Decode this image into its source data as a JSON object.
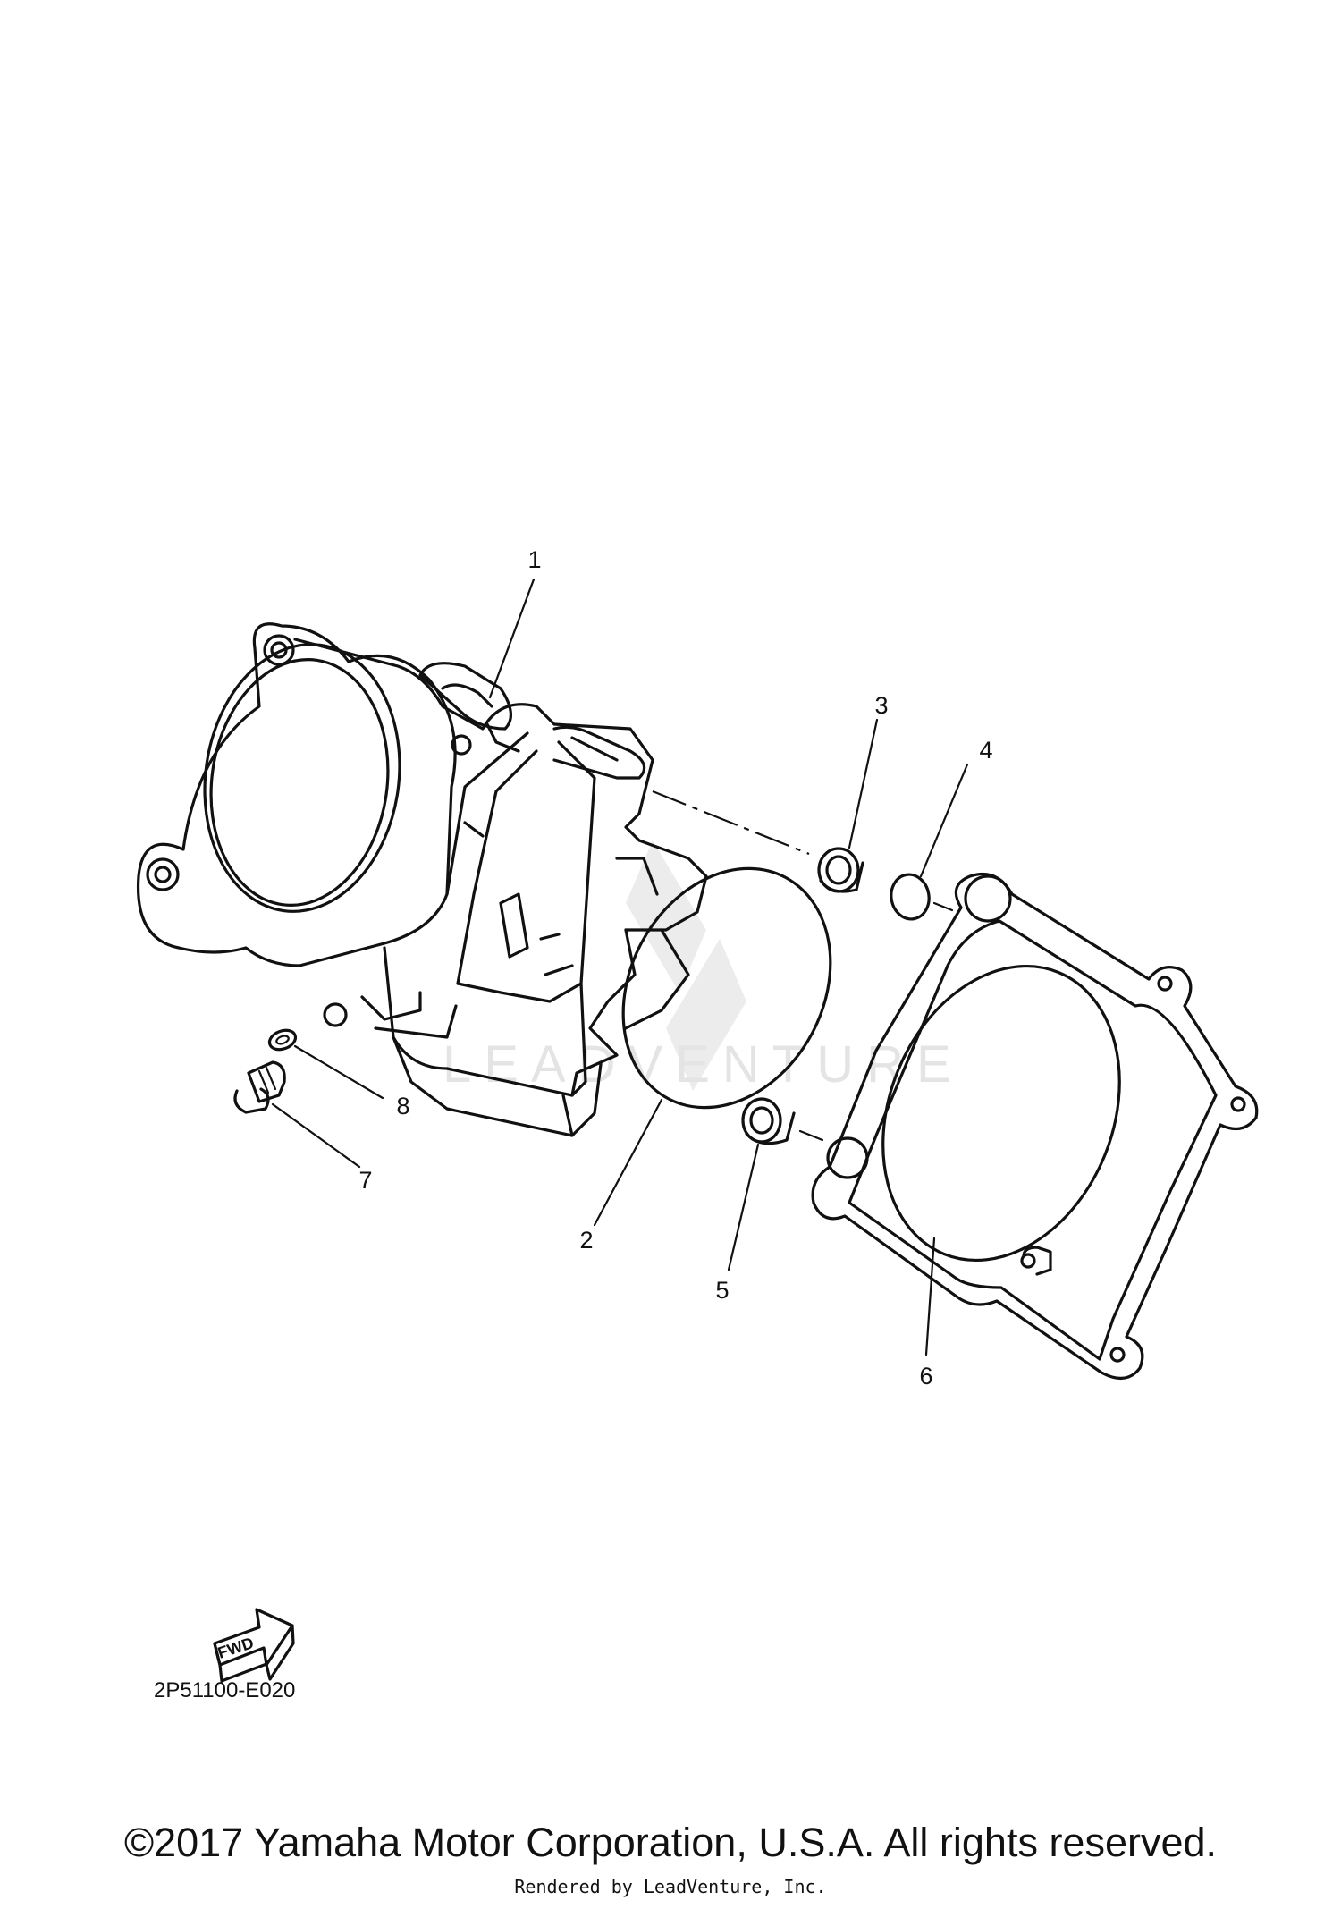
{
  "watermark": "LEADVENTURE",
  "callouts": [
    "1",
    "2",
    "3",
    "4",
    "5",
    "6",
    "7",
    "8"
  ],
  "fwd_label": "FWD",
  "diagram_code": "2P51100-E020",
  "copyright": "©2017 Yamaha Motor Corporation, U.S.A. All rights reserved.",
  "rendered_by": "Rendered by LeadVenture, Inc."
}
